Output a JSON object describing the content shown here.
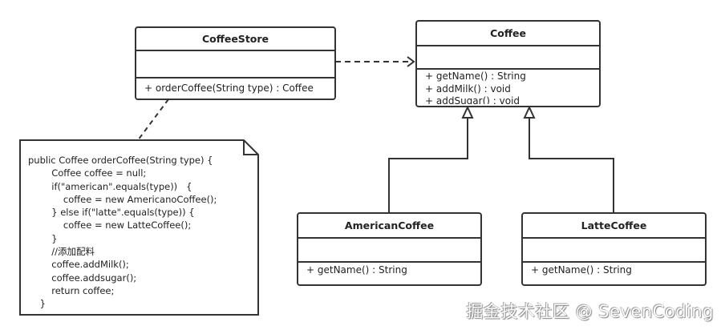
{
  "classes": {
    "coffee_store": {
      "name": "CoffeeStore",
      "attributes": [],
      "operations": [
        "+ orderCoffee(String type) : Coffee"
      ]
    },
    "coffee": {
      "name": "Coffee",
      "attributes": [],
      "operations": [
        "+ getName() : String",
        "+ addMilk() : void",
        "+ addSugar() : void"
      ]
    },
    "american_coffee": {
      "name": "AmericanCoffee",
      "attributes": [],
      "operations": [
        "+ getName() : String"
      ]
    },
    "latte_coffee": {
      "name": "LatteCoffee",
      "attributes": [],
      "operations": [
        "+ getName() : String"
      ]
    }
  },
  "relations": [
    {
      "type": "dependency",
      "from": "CoffeeStore",
      "to": "Coffee"
    },
    {
      "type": "generalization",
      "from": "AmericanCoffee",
      "to": "Coffee"
    },
    {
      "type": "generalization",
      "from": "LatteCoffee",
      "to": "Coffee"
    },
    {
      "type": "note-link",
      "from": "note",
      "to": "CoffeeStore"
    }
  ],
  "note": {
    "code": "public Coffee orderCoffee(String type) {\n        Coffee coffee = null;\n        if(\"american\".equals(type))   {\n            coffee = new AmericanoCoffee();\n        } else if(\"latte\".equals(type)) {\n            coffee = new LatteCoffee();\n        }\n        //添加配料\n        coffee.addMilk();\n        coffee.addsugar();\n        return coffee;\n    }"
  },
  "watermark": "掘金技术社区 @ SevenCoding"
}
